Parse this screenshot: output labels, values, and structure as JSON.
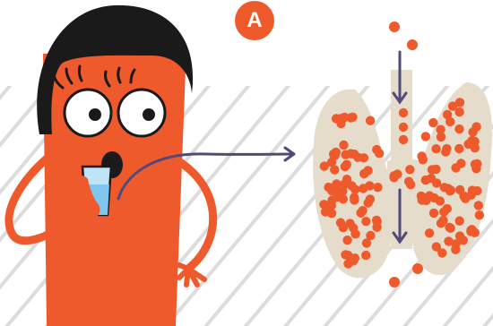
{
  "badge": {
    "label": "A"
  },
  "colors": {
    "accent": "#ee5a2b",
    "dark_outline": "#1a1a1a",
    "thyroid": "#e6dccb",
    "arrow": "#4f4a7a",
    "stripes": "#d9d9d9",
    "water": "#7ec6f0"
  },
  "icons": [
    "character-illustration",
    "water-glass-icon",
    "thyroid-gland-illustration",
    "iodine-particle-icon",
    "flow-arrow-icon"
  ]
}
